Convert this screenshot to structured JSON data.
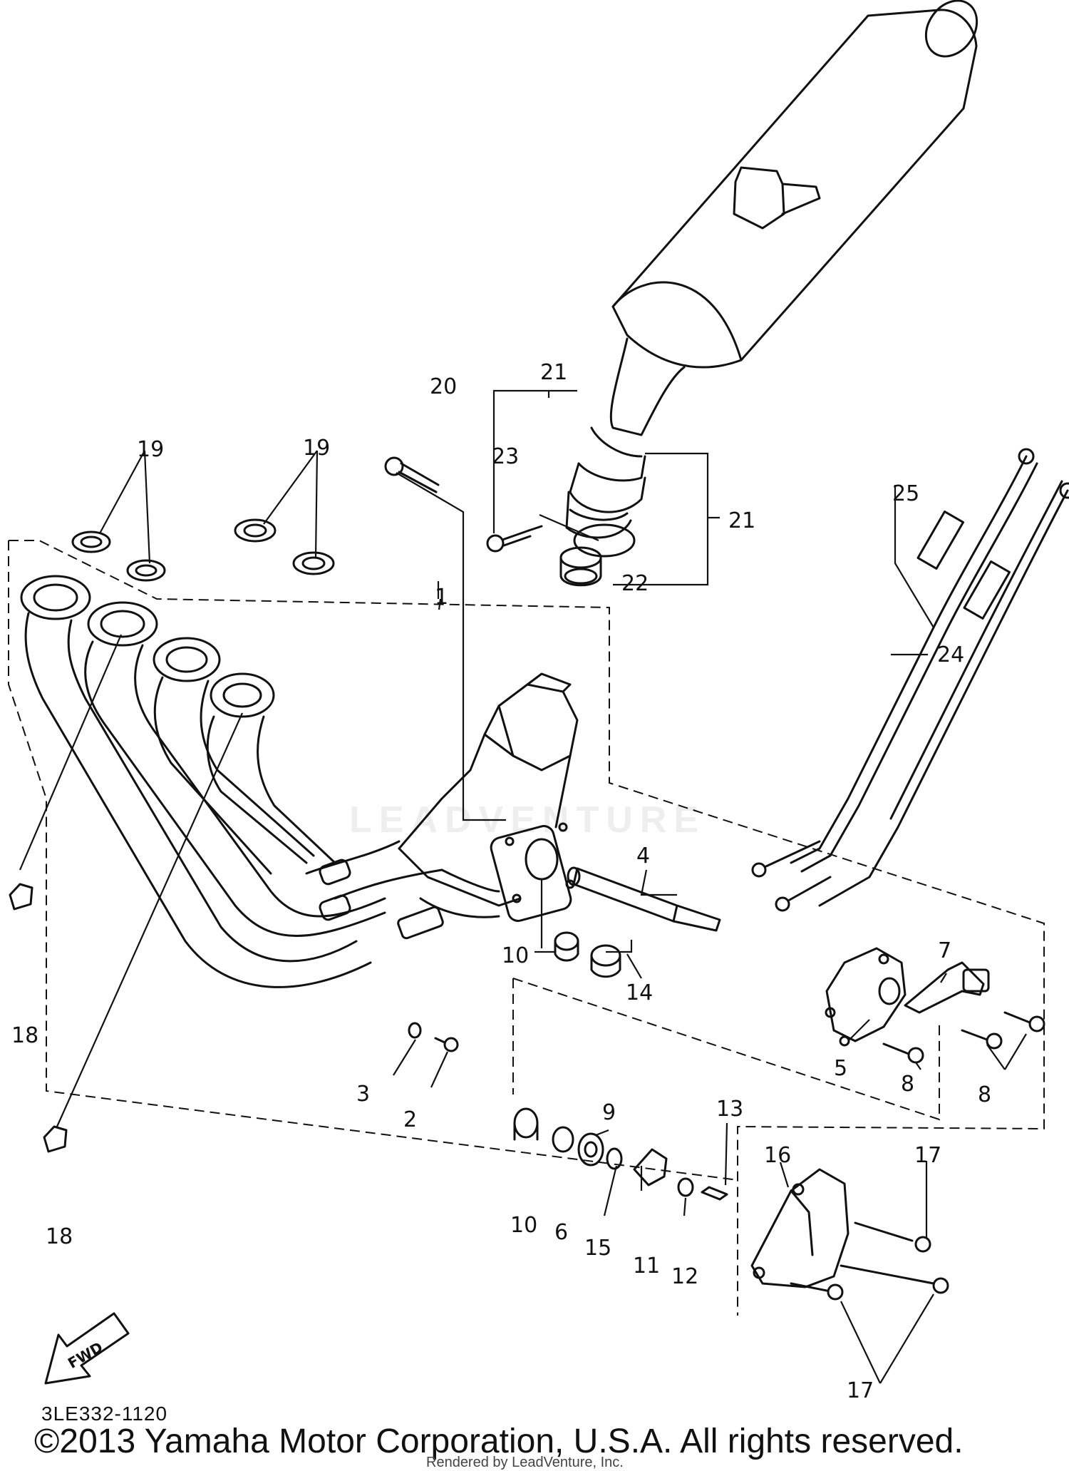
{
  "diagram": {
    "code": "3LE332-1120",
    "copyright": "©2013 Yamaha Motor Corporation, U.S.A. All rights reserved.",
    "render_credit": "Rendered by LeadVenture, Inc.",
    "watermark": "LEADVENTURE",
    "fwd_label": "FWD",
    "callouts": [
      "1",
      "2",
      "3",
      "4",
      "5",
      "6",
      "7",
      "8",
      "8",
      "9",
      "10",
      "10",
      "11",
      "12",
      "13",
      "14",
      "15",
      "16",
      "17",
      "17",
      "18",
      "18",
      "19",
      "19",
      "20",
      "21",
      "21",
      "22",
      "23",
      "24",
      "25"
    ]
  }
}
